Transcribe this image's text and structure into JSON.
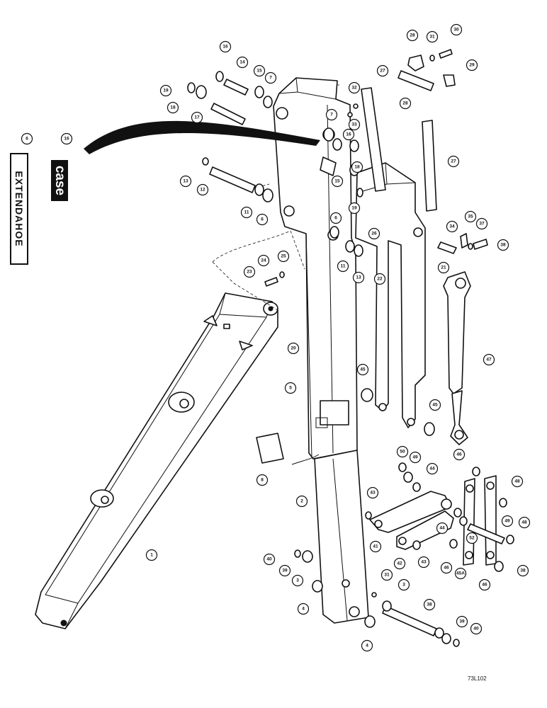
{
  "decals": {
    "extendahoe": "EXTENDAHOE",
    "case": "case"
  },
  "figure_code": "73L102",
  "callouts": [
    {
      "id": "c6a",
      "label": "6"
    },
    {
      "id": "c16a",
      "label": "16"
    },
    {
      "id": "c16b",
      "label": "16"
    },
    {
      "id": "c14",
      "label": "14"
    },
    {
      "id": "c15a",
      "label": "15"
    },
    {
      "id": "c7a",
      "label": "7"
    },
    {
      "id": "c19a",
      "label": "19"
    },
    {
      "id": "c18a",
      "label": "18"
    },
    {
      "id": "c17",
      "label": "17"
    },
    {
      "id": "c13a",
      "label": "13"
    },
    {
      "id": "c12",
      "label": "12"
    },
    {
      "id": "c11a",
      "label": "11"
    },
    {
      "id": "c6b",
      "label": "6"
    },
    {
      "id": "c7b",
      "label": "7"
    },
    {
      "id": "c16c",
      "label": "16"
    },
    {
      "id": "c15b",
      "label": "15"
    },
    {
      "id": "c6c",
      "label": "6"
    },
    {
      "id": "c11b",
      "label": "11"
    },
    {
      "id": "c32",
      "label": "32"
    },
    {
      "id": "c33",
      "label": "33"
    },
    {
      "id": "c27a",
      "label": "27"
    },
    {
      "id": "c18b",
      "label": "18"
    },
    {
      "id": "c19b",
      "label": "19"
    },
    {
      "id": "c28a",
      "label": "28"
    },
    {
      "id": "c31a",
      "label": "31"
    },
    {
      "id": "c30",
      "label": "30"
    },
    {
      "id": "c29",
      "label": "29"
    },
    {
      "id": "c28b",
      "label": "28"
    },
    {
      "id": "c27b",
      "label": "27"
    },
    {
      "id": "c26",
      "label": "26"
    },
    {
      "id": "c34",
      "label": "34"
    },
    {
      "id": "c35",
      "label": "35"
    },
    {
      "id": "c37",
      "label": "37"
    },
    {
      "id": "c38a",
      "label": "38"
    },
    {
      "id": "c13b",
      "label": "13"
    },
    {
      "id": "c22",
      "label": "22"
    },
    {
      "id": "c21",
      "label": "21"
    },
    {
      "id": "c23",
      "label": "23"
    },
    {
      "id": "c24",
      "label": "24"
    },
    {
      "id": "c25",
      "label": "25"
    },
    {
      "id": "c20",
      "label": "20"
    },
    {
      "id": "c5",
      "label": "5"
    },
    {
      "id": "c45a",
      "label": "45"
    },
    {
      "id": "c45b",
      "label": "45"
    },
    {
      "id": "c47",
      "label": "47"
    },
    {
      "id": "c8",
      "label": "8"
    },
    {
      "id": "c2",
      "label": "2"
    },
    {
      "id": "c1",
      "label": "1"
    },
    {
      "id": "c50",
      "label": "50"
    },
    {
      "id": "c49a",
      "label": "49"
    },
    {
      "id": "c44a",
      "label": "44"
    },
    {
      "id": "c43a",
      "label": "43"
    },
    {
      "id": "c41",
      "label": "41"
    },
    {
      "id": "c42",
      "label": "42"
    },
    {
      "id": "c43b",
      "label": "43"
    },
    {
      "id": "c44b",
      "label": "44"
    },
    {
      "id": "c46a",
      "label": "46"
    },
    {
      "id": "c46b",
      "label": "46"
    },
    {
      "id": "c48",
      "label": "48"
    },
    {
      "id": "c52",
      "label": "52"
    },
    {
      "id": "c49b",
      "label": "49"
    },
    {
      "id": "c48b",
      "label": "48"
    },
    {
      "id": "c45A",
      "label": "45A"
    },
    {
      "id": "c46c",
      "label": "46"
    },
    {
      "id": "c38b",
      "label": "38"
    },
    {
      "id": "c40a",
      "label": "40"
    },
    {
      "id": "c39a",
      "label": "39"
    },
    {
      "id": "c3a",
      "label": "3"
    },
    {
      "id": "c4a",
      "label": "4"
    },
    {
      "id": "c31b",
      "label": "31"
    },
    {
      "id": "c3b",
      "label": "3"
    },
    {
      "id": "c38c",
      "label": "38"
    },
    {
      "id": "c4b",
      "label": "4"
    },
    {
      "id": "c39b",
      "label": "39"
    },
    {
      "id": "c40b",
      "label": "40"
    }
  ]
}
